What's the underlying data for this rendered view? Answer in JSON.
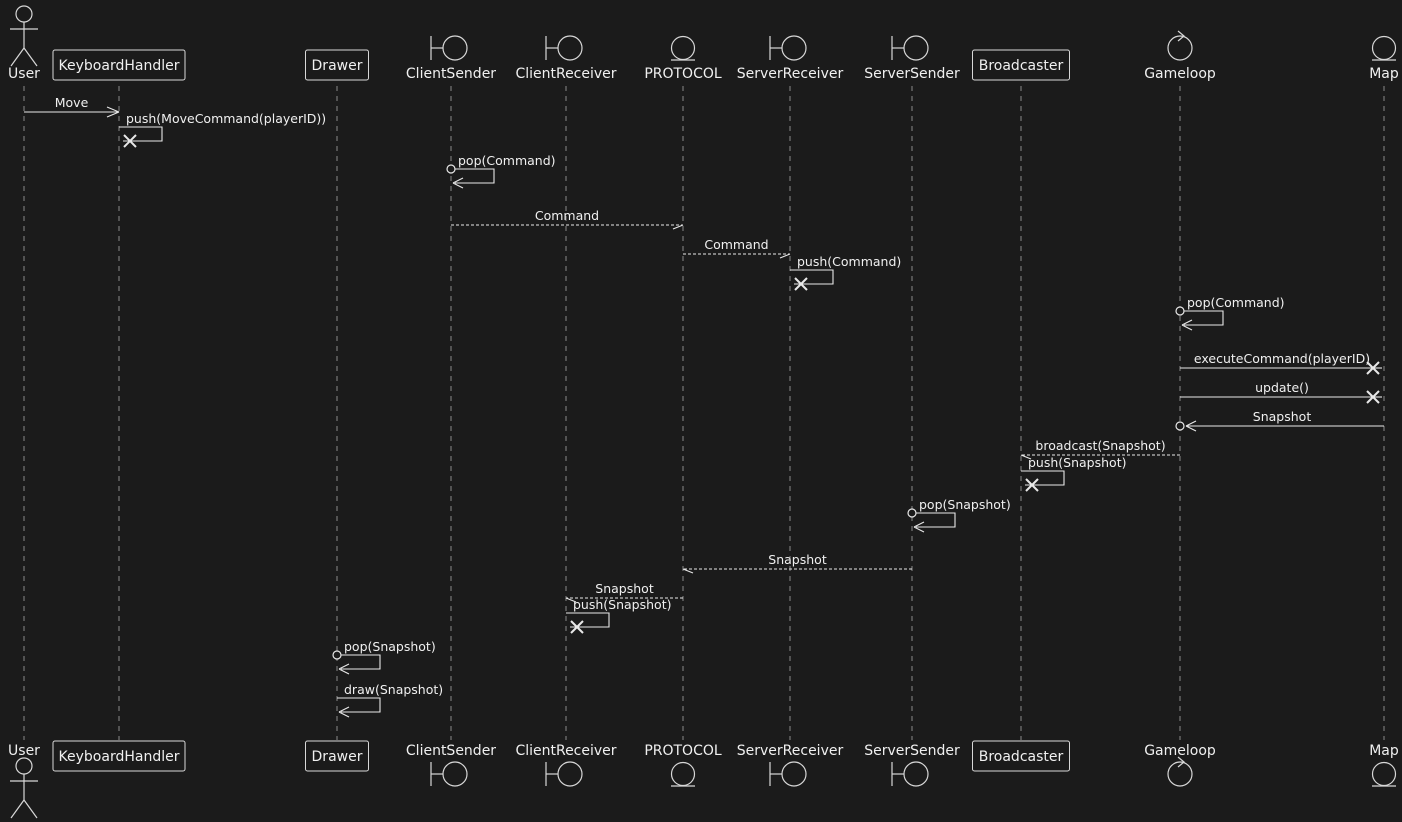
{
  "participants": [
    {
      "id": "user",
      "label": "User",
      "kind": "actor"
    },
    {
      "id": "keyboardhandler",
      "label": "KeyboardHandler",
      "kind": "participant"
    },
    {
      "id": "drawer",
      "label": "Drawer",
      "kind": "participant"
    },
    {
      "id": "clientsender",
      "label": "ClientSender",
      "kind": "boundary"
    },
    {
      "id": "clientreceiver",
      "label": "ClientReceiver",
      "kind": "boundary"
    },
    {
      "id": "protocol",
      "label": "PROTOCOL",
      "kind": "entity"
    },
    {
      "id": "serverreceiver",
      "label": "ServerReceiver",
      "kind": "boundary"
    },
    {
      "id": "serversender",
      "label": "ServerSender",
      "kind": "boundary"
    },
    {
      "id": "broadcaster",
      "label": "Broadcaster",
      "kind": "participant"
    },
    {
      "id": "gameloop",
      "label": "Gameloop",
      "kind": "control"
    },
    {
      "id": "map",
      "label": "Map",
      "kind": "entity"
    }
  ],
  "messages": [
    {
      "from": "user",
      "to": "keyboardhandler",
      "label": "Move",
      "style": "solid",
      "head": "open"
    },
    {
      "from": "keyboardhandler",
      "to": "keyboardhandler",
      "label": "push(MoveCommand(playerID))",
      "style": "solid",
      "head": "cross"
    },
    {
      "from": "clientsender",
      "to": "clientsender",
      "label": "pop(Command)",
      "style": "solid",
      "head": "arrow",
      "start": "circle"
    },
    {
      "from": "clientsender",
      "to": "protocol",
      "label": "Command",
      "style": "dashed",
      "head": "half"
    },
    {
      "from": "protocol",
      "to": "serverreceiver",
      "label": "Command",
      "style": "dashed",
      "head": "half"
    },
    {
      "from": "serverreceiver",
      "to": "serverreceiver",
      "label": "push(Command)",
      "style": "solid",
      "head": "cross"
    },
    {
      "from": "gameloop",
      "to": "gameloop",
      "label": "pop(Command)",
      "style": "solid",
      "head": "arrow",
      "start": "circle"
    },
    {
      "from": "gameloop",
      "to": "map",
      "label": "executeCommand(playerID)",
      "style": "solid",
      "head": "cross"
    },
    {
      "from": "gameloop",
      "to": "map",
      "label": "update()",
      "style": "solid",
      "head": "cross"
    },
    {
      "from": "map",
      "to": "gameloop",
      "label": "Snapshot",
      "style": "solid",
      "head": "arrow",
      "end": "circle"
    },
    {
      "from": "gameloop",
      "to": "broadcaster",
      "label": "broadcast(Snapshot)",
      "style": "dashed",
      "head": "half"
    },
    {
      "from": "broadcaster",
      "to": "broadcaster",
      "label": "push(Snapshot)",
      "style": "solid",
      "head": "cross"
    },
    {
      "from": "serversender",
      "to": "serversender",
      "label": "pop(Snapshot)",
      "style": "solid",
      "head": "arrow",
      "start": "circle"
    },
    {
      "from": "serversender",
      "to": "protocol",
      "label": "Snapshot",
      "style": "dashed",
      "head": "half"
    },
    {
      "from": "protocol",
      "to": "clientreceiver",
      "label": "Snapshot",
      "style": "dashed",
      "head": "half"
    },
    {
      "from": "clientreceiver",
      "to": "clientreceiver",
      "label": "push(Snapshot)",
      "style": "solid",
      "head": "cross"
    },
    {
      "from": "drawer",
      "to": "drawer",
      "label": "pop(Snapshot)",
      "style": "solid",
      "head": "arrow",
      "start": "circle"
    },
    {
      "from": "drawer",
      "to": "drawer",
      "label": "draw(Snapshot)",
      "style": "solid",
      "head": "arrow"
    }
  ],
  "colors": {
    "background": "#1b1b1b",
    "line": "#e8e8e8",
    "lifeline": "#8a8a8a"
  }
}
